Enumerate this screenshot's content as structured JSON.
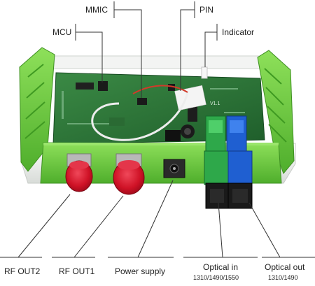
{
  "labels": {
    "mmic": "MMIC",
    "pin": "PIN",
    "mcu": "MCU",
    "indicator": "Indicator",
    "rf_out2": "RF OUT2",
    "rf_out1": "RF OUT1",
    "power_supply": "Power supply",
    "optical_in": "Optical in",
    "optical_in_wavelengths": "1310/1490/1550",
    "optical_out": "Optical out",
    "optical_out_wavelengths": "1310/1490"
  },
  "board_silkscreen": "V1.1",
  "colors": {
    "case_green": "#6dcf3a",
    "case_green_dark": "#4aa82a",
    "case_white": "#eef0ee",
    "pcb_green": "#2f7a3a",
    "rf_connector_red": "#d3142a",
    "optical_in_green": "#2ea84a",
    "optical_out_blue": "#1f5fd1",
    "leader_line": "#333333"
  }
}
